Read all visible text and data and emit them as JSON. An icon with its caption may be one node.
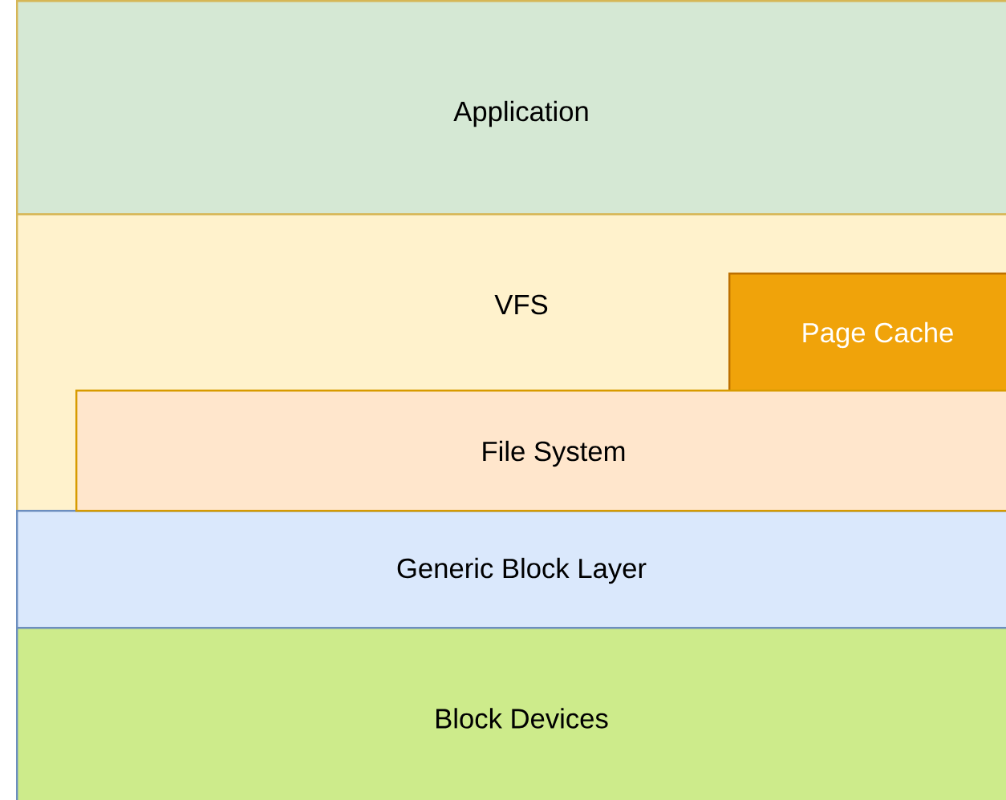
{
  "diagram": {
    "nodes": [
      {
        "text": [
          "Application"
        ]
      },
      {
        "text": [
          "VFS"
        ]
      },
      {
        "text": [
          "Page Cache"
        ],
        "in": 1
      },
      {
        "text": [
          "File System"
        ],
        "in": 1
      },
      {
        "text": [
          "Generic Block Layer"
        ]
      },
      {
        "text": [
          "Block Devices"
        ]
      }
    ]
  }
}
